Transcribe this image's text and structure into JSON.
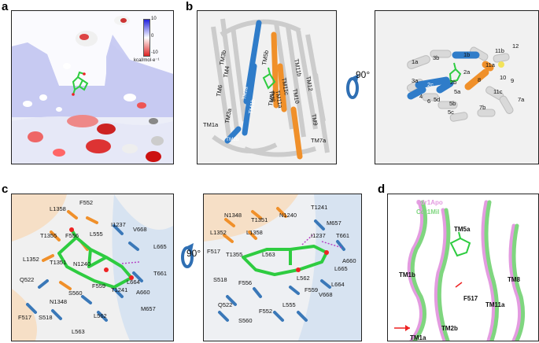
{
  "panels": {
    "a": {
      "label": "a",
      "colorbar": {
        "max": "10",
        "mid": "0",
        "min": "-10",
        "unit": "kcal/mol·e⁻¹"
      }
    },
    "b": {
      "label": "b",
      "rotation": "90°",
      "side_labels": [
        "TM6",
        "TM4",
        "TM3b",
        "TM3a",
        "TM1a",
        "TM1b",
        "TM2b",
        "TM2a",
        "TM5a",
        "TM5b",
        "TM11c",
        "TM11b",
        "TM10",
        "TM12",
        "TM11a",
        "TM8",
        "TM9",
        "TM7a"
      ],
      "top_labels": [
        "1a",
        "3b",
        "1b",
        "12",
        "11b",
        "11a",
        "3a",
        "2c",
        "2a",
        "2b",
        "8",
        "10",
        "9",
        "4",
        "5d",
        "5a",
        "5b",
        "11c",
        "7a",
        "5c",
        "7b",
        "6"
      ]
    },
    "c": {
      "label": "c",
      "rotation": "90°",
      "left_residues": [
        "L1358",
        "F552",
        "T1355",
        "F556",
        "L555",
        "I1237",
        "V668",
        "L665",
        "L1352",
        "T1351",
        "N1240",
        "Q522",
        "L664",
        "T661",
        "F559",
        "T1241",
        "S560",
        "A660",
        "N1348",
        "M657",
        "L562",
        "F517",
        "S518",
        "L563"
      ],
      "right_residues": [
        "N1348",
        "T1351",
        "N1240",
        "T1241",
        "M657",
        "L1352",
        "L1358",
        "I1237",
        "T661",
        "F517",
        "T1355",
        "L563",
        "A660",
        "L665",
        "L562",
        "S518",
        "F556",
        "F559",
        "V668",
        "L664",
        "Q522",
        "F552",
        "L555",
        "S560"
      ]
    },
    "d": {
      "label": "d",
      "legend": [
        "Cdr1Apo",
        "Cdr1Mil"
      ],
      "legend_colors": [
        "#e39be0",
        "#7fd67f"
      ],
      "helix_labels": [
        "TM5a",
        "TM1b",
        "TM8",
        "F517",
        "TM11a",
        "TM2b",
        "TM1a"
      ]
    }
  }
}
